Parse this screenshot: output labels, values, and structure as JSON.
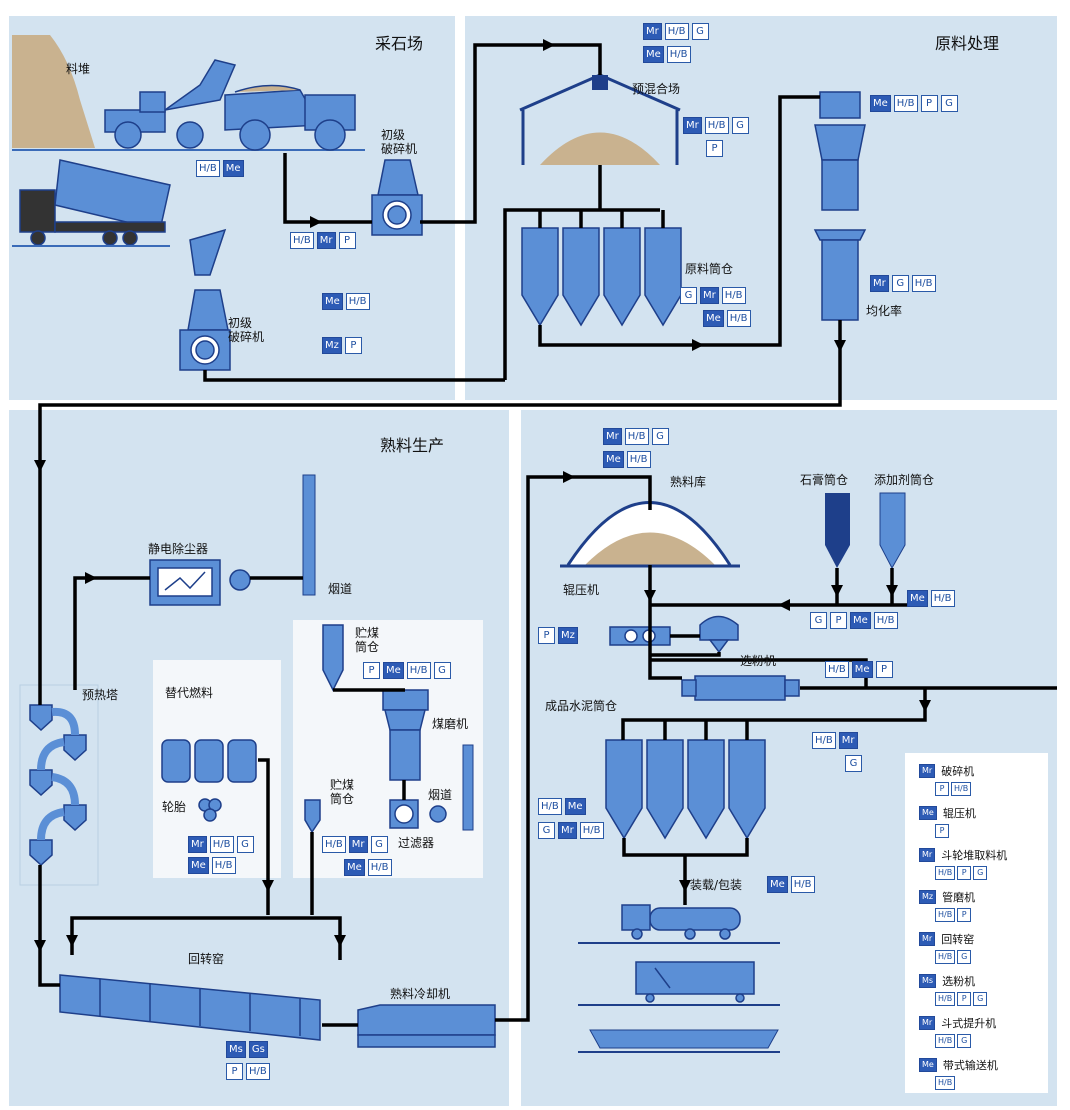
{
  "areas": {
    "quarry": "采石场",
    "raw": "原料处理",
    "clinker": "熟料生产"
  },
  "labels": {
    "pile": "料堆",
    "crusher1": "初级\n破碎机",
    "crusher2": "初级\n破碎机",
    "prehomo": "预混合场",
    "raw_silo": "原料筒仓",
    "homogenizer": "均化率",
    "precipitator": "静电除尘器",
    "chimney1": "烟道",
    "preheater": "预热塔",
    "alt_fuel": "替代燃料",
    "tyre": "轮胎",
    "coal_silo1": "贮煤\n筒仓",
    "coal_mill": "煤磨机",
    "coal_silo2": "贮煤\n筒仓",
    "chimney2": "烟道",
    "filter": "过滤器",
    "kiln": "回转窑",
    "cooler": "熟料冷却机",
    "clinker_store": "熟料库",
    "gypsum": "石膏筒仓",
    "additive": "添加剂筒仓",
    "roller_press": "辊压机",
    "separator": "选粉机",
    "cement_silo": "成品水泥筒仓",
    "loading": "装载/包装"
  },
  "badge_groups": {
    "b1": [
      "H/B",
      "Me"
    ],
    "b2": [
      "H/B",
      "Mr",
      "P"
    ],
    "b3": [
      "Me",
      "H/B"
    ],
    "b4": [
      "Mz",
      "P"
    ],
    "b5": [
      "Mr",
      "H/B",
      "G"
    ],
    "b6": [
      "Me",
      "H/B"
    ],
    "b7": [
      "Mr",
      "H/B",
      "G"
    ],
    "b8": [
      "P"
    ],
    "b9": [
      "Me",
      "H/B",
      "P",
      "G"
    ],
    "b10": [
      "Mr",
      "G",
      "H/B"
    ],
    "b11": [
      "G",
      "Mr",
      "H/B"
    ],
    "b12": [
      "Me",
      "H/B"
    ],
    "b13": [
      "Mr",
      "H/B",
      "G"
    ],
    "b14": [
      "Me",
      "H/B"
    ],
    "b15": [
      "P",
      "Mz"
    ],
    "b16": [
      "Me",
      "H/B"
    ],
    "b17": [
      "G",
      "P",
      "Me",
      "H/B"
    ],
    "b18": [
      "H/B",
      "Me",
      "P"
    ],
    "b19": [
      "P",
      "Me",
      "H/B",
      "G"
    ],
    "b20": [
      "H/B",
      "Mr"
    ],
    "b21": [
      "G"
    ],
    "b22": [
      "H/B",
      "Me"
    ],
    "b23": [
      "G",
      "Mr",
      "H/B"
    ],
    "b24": [
      "Mr",
      "H/B",
      "G"
    ],
    "b25": [
      "Me",
      "H/B"
    ],
    "b26": [
      "H/B",
      "Mr",
      "G"
    ],
    "b27": [
      "Me",
      "H/B"
    ],
    "b28": [
      "Me",
      "H/B"
    ],
    "b29": [
      "Ms",
      "Gs"
    ],
    "b30": [
      "P",
      "H/B"
    ]
  },
  "legend": {
    "items": [
      {
        "icon": "Mr",
        "name": "破碎机",
        "badges": [
          "P",
          "H/B"
        ]
      },
      {
        "icon": "Me",
        "name": "辊压机",
        "badges": [
          "P"
        ]
      },
      {
        "icon": "Mr",
        "name": "斗轮堆取料机",
        "badges": [
          "H/B",
          "P",
          "G"
        ]
      },
      {
        "icon": "Mz",
        "name": "管磨机",
        "badges": [
          "H/B",
          "P"
        ]
      },
      {
        "icon": "Mr",
        "name": "回转窑",
        "badges": [
          "H/B",
          "G"
        ]
      },
      {
        "icon": "Ms",
        "name": "选粉机",
        "badges": [
          "H/B",
          "P",
          "G"
        ]
      },
      {
        "icon": "Mr",
        "name": "斗式提升机",
        "badges": [
          "H/B",
          "G"
        ]
      },
      {
        "icon": "Me",
        "name": "带式输送机",
        "badges": [
          "H/B"
        ]
      }
    ]
  },
  "colors": {
    "panel": "#d3e3f0",
    "equipment": "#5b8fd6",
    "equipment_dark": "#1e3f8a",
    "line": "#000000",
    "material": "#c9b28f"
  }
}
